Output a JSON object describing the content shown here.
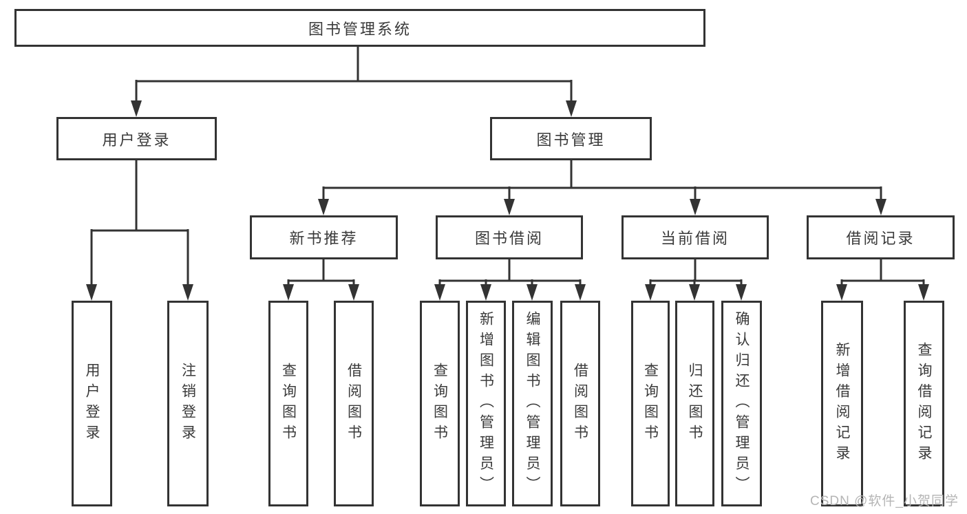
{
  "tree": {
    "label": "图书管理系统",
    "children": [
      {
        "label": "用户登录",
        "children": [
          {
            "label": "用户登录"
          },
          {
            "label": "注销登录"
          }
        ]
      },
      {
        "label": "图书管理",
        "children": [
          {
            "label": "新书推荐",
            "children": [
              {
                "label": "查询图书"
              },
              {
                "label": "借阅图书"
              }
            ]
          },
          {
            "label": "图书借阅",
            "children": [
              {
                "label": "查询图书"
              },
              {
                "label": "新增图书（管理员）"
              },
              {
                "label": "编辑图书（管理员）"
              },
              {
                "label": "借阅图书"
              }
            ]
          },
          {
            "label": "当前借阅",
            "children": [
              {
                "label": "查询图书"
              },
              {
                "label": "归还图书"
              },
              {
                "label": "确认归还（管理员）"
              }
            ]
          },
          {
            "label": "借阅记录",
            "children": [
              {
                "label": "新增借阅记录"
              },
              {
                "label": "查询借阅记录"
              }
            ]
          }
        ]
      }
    ]
  },
  "watermark": "CSDN @软件_小贺同学",
  "colors": {
    "line": "#333333",
    "text": "#3a3a3a",
    "background": "#ffffff",
    "watermark": "#b5b5b5"
  }
}
